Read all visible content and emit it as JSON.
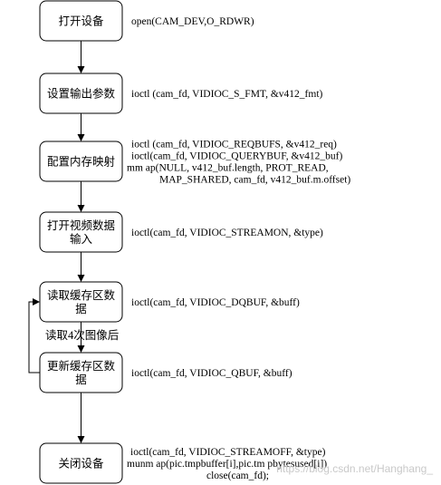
{
  "steps": [
    {
      "label_lines": [
        "打开设备"
      ],
      "code_lines": [
        "open(CAM_DEV,O_RDWR)"
      ]
    },
    {
      "label_lines": [
        "设置输出参数"
      ],
      "code_lines": [
        "ioctl (cam_fd, VIDIOC_S_FMT, &v412_fmt)"
      ]
    },
    {
      "label_lines": [
        "配置内存映射"
      ],
      "code_lines": [
        "ioctl (cam_fd, VIDIOC_REQBUFS, &v412_req)",
        "ioctl(cam_fd, VIDIOC_QUERYBUF, &v412_buf)",
        "mm ap(NULL, v412_buf.length, PROT_READ,",
        "MAP_SHARED, cam_fd, v412_buf.m.offset)"
      ]
    },
    {
      "label_lines": [
        "打开视频数据",
        "输入"
      ],
      "code_lines": [
        "ioctl(cam_fd, VIDIOC_STREAMON, &type)"
      ]
    },
    {
      "label_lines": [
        "读取缓存区数",
        "据"
      ],
      "code_lines": [
        "ioctl(cam_fd, VIDIOC_DQBUF, &buff)"
      ]
    },
    {
      "label_lines": [
        "更新缓存区数",
        "据"
      ],
      "code_lines": [
        "ioctl(cam_fd, VIDIOC_QBUF, &buff)"
      ]
    },
    {
      "label_lines": [
        "关闭设备"
      ],
      "code_lines": [
        "ioctl(cam_fd, VIDIOC_STREAMOFF, &type)",
        "munm ap(pic.tmpbuffer[i],pic.tm pbytesused[i])",
        "close(cam_fd);"
      ]
    }
  ],
  "loop_label": "读取4次图像后",
  "watermark": "https://blog.csdn.net/Hanghang_"
}
